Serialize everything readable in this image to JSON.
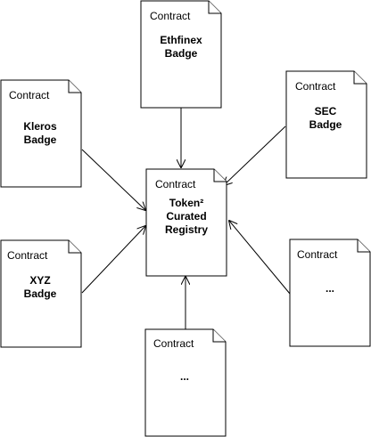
{
  "registry": {
    "type_label": "Contract",
    "name_lines": [
      "Token²",
      "Curated",
      "Registry"
    ]
  },
  "badges": [
    {
      "id": "ethfinex",
      "type_label": "Contract",
      "name_lines": [
        "Ethfinex",
        "Badge"
      ]
    },
    {
      "id": "kleros",
      "type_label": "Contract",
      "name_lines": [
        "Kleros",
        "Badge"
      ]
    },
    {
      "id": "sec",
      "type_label": "Contract",
      "name_lines": [
        "SEC",
        "Badge"
      ]
    },
    {
      "id": "xyz",
      "type_label": "Contract",
      "name_lines": [
        "XYZ",
        "Badge"
      ]
    },
    {
      "id": "right-more",
      "type_label": "Contract",
      "name_lines": [
        "..."
      ]
    },
    {
      "id": "bottom-more",
      "type_label": "Contract",
      "name_lines": [
        "..."
      ]
    }
  ],
  "colors": {
    "stroke": "#000000",
    "fill": "#ffffff",
    "text": "#000000"
  }
}
